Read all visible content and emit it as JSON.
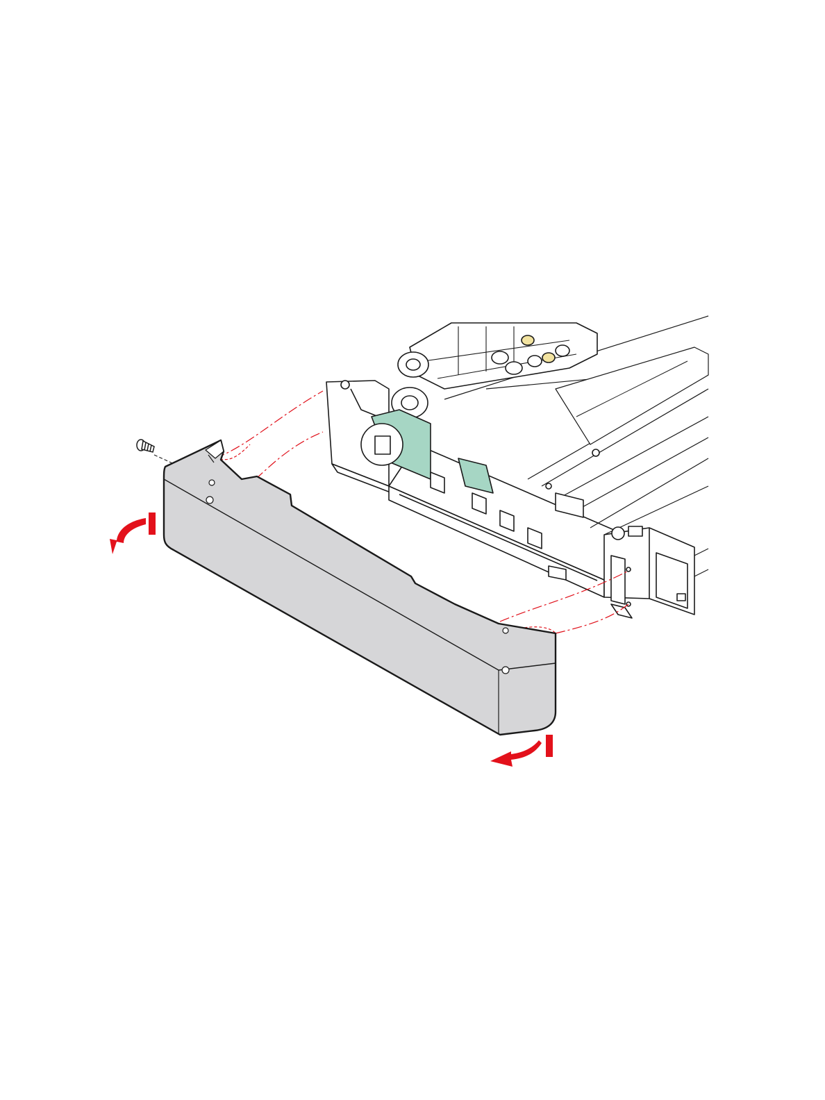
{
  "figure": {
    "parts": {
      "cover": "front-cover-panel",
      "screw": "cover-screw",
      "chassis": "feeder-chassis",
      "board": "control-board",
      "gear": "drive-gear"
    },
    "colors": {
      "cover_fill": "#d6d6d8",
      "outline": "#1a1a1a",
      "guide_line": "#e0101a",
      "arrow": "#e3111b",
      "board": "#a6d6c4",
      "roller_accent": "#f2e3a0",
      "chassis_fill": "#ffffff"
    },
    "icons": [
      "rotate-arrow-left-icon",
      "rotate-arrow-right-icon",
      "screw-icon"
    ]
  }
}
